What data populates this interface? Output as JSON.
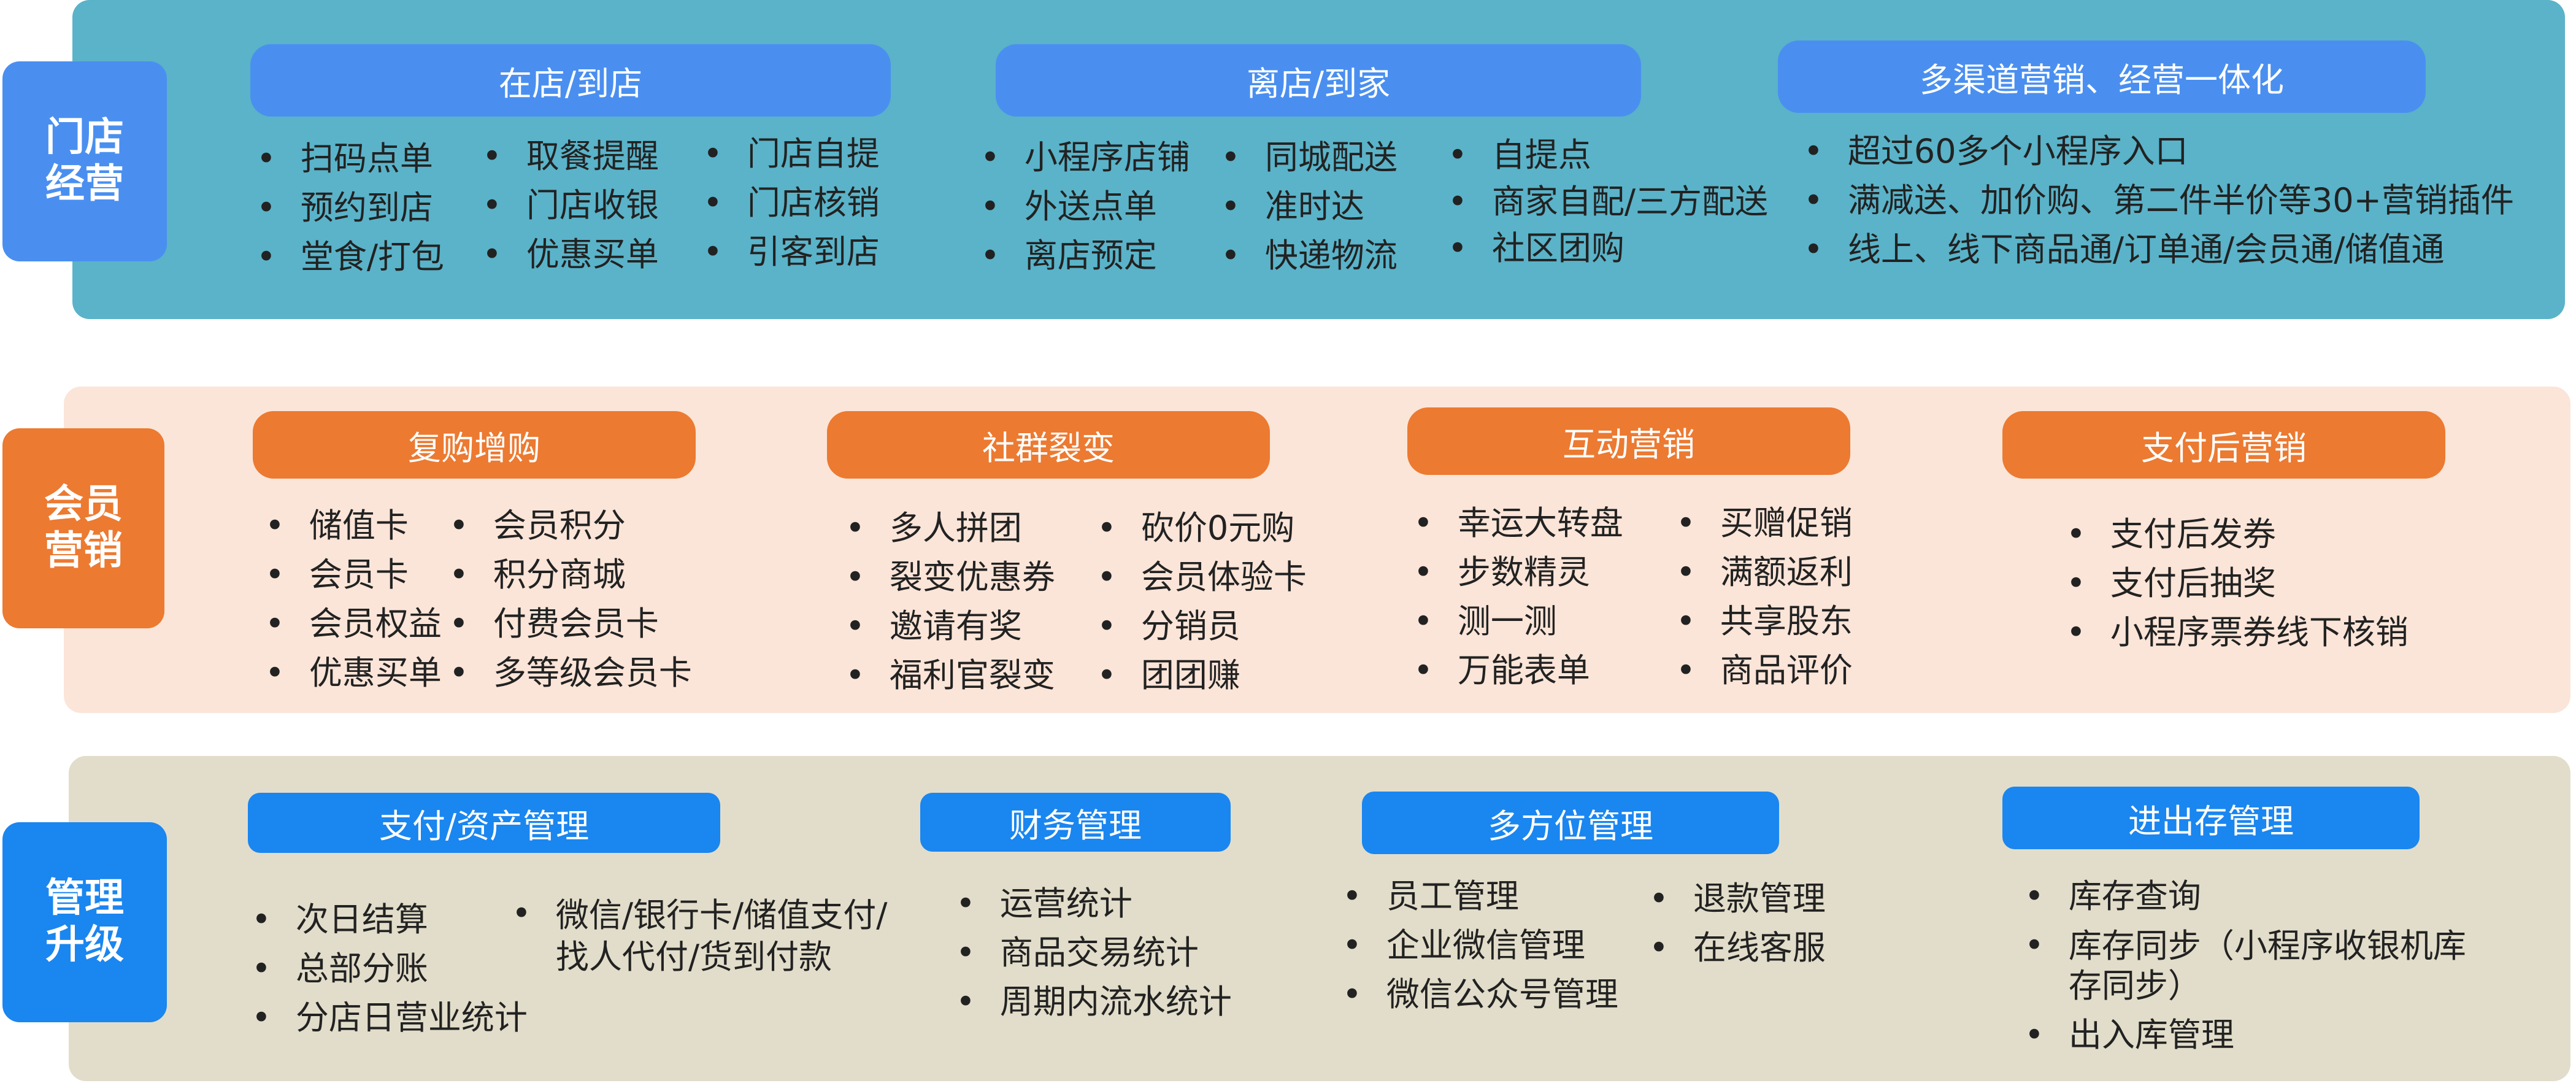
{
  "rows": [
    {
      "label_line1": "门店",
      "label_line2": "经营",
      "band_color": "#5ab3c9",
      "tag_color": "#4a8ff0",
      "pill_color": "#4a8ff0",
      "sections": [
        {
          "title": "在店/到店",
          "columns": [
            [
              "扫码点单",
              "预约到店",
              "堂食/打包"
            ],
            [
              "取餐提醒",
              "门店收银",
              "优惠买单"
            ],
            [
              "门店自提",
              "门店核销",
              "引客到店"
            ]
          ]
        },
        {
          "title": "离店/到家",
          "columns": [
            [
              "小程序店铺",
              "外送点单",
              "离店预定"
            ],
            [
              "同城配送",
              "准时达",
              "快递物流"
            ],
            [
              "自提点",
              "商家自配/三方配送",
              "社区团购"
            ]
          ]
        },
        {
          "title": "多渠道营销、经营一体化",
          "columns": [
            [
              "超过60多个小程序入口",
              "满减送、加价购、第二件半价等30+营销插件",
              "线上、线下商品通/订单通/会员通/储值通"
            ]
          ]
        }
      ]
    },
    {
      "label_line1": "会员",
      "label_line2": "营销",
      "band_color": "#fbe5d8",
      "tag_color": "#ec7a31",
      "pill_color": "#ec7a31",
      "sections": [
        {
          "title": "复购增购",
          "columns": [
            [
              "储值卡",
              "会员卡",
              "会员权益",
              "优惠买单"
            ],
            [
              "会员积分",
              "积分商城",
              "付费会员卡",
              "多等级会员卡"
            ]
          ]
        },
        {
          "title": "社群裂变",
          "columns": [
            [
              "多人拼团",
              "裂变优惠券",
              "邀请有奖",
              "福利官裂变"
            ],
            [
              "砍价0元购",
              "会员体验卡",
              "分销员",
              "团团赚"
            ]
          ]
        },
        {
          "title": "互动营销",
          "columns": [
            [
              "幸运大转盘",
              "步数精灵",
              "测一测",
              "万能表单"
            ],
            [
              "买赠促销",
              "满额返利",
              "共享股东",
              "商品评价"
            ]
          ]
        },
        {
          "title": "支付后营销",
          "columns": [
            [
              "支付后发券",
              "支付后抽奖",
              "小程序票券线下核销"
            ]
          ]
        }
      ]
    },
    {
      "label_line1": "管理",
      "label_line2": "升级",
      "band_color": "#e2ddca",
      "tag_color": "#1a86f0",
      "pill_color": "#1a86f0",
      "sections": [
        {
          "title": "支付/资产管理",
          "columns": [
            [
              "次日结算",
              "总部分账",
              "分店日营业统计"
            ],
            [
              "微信/银行卡/储值支付/找人代付/货到付款"
            ]
          ]
        },
        {
          "title": "财务管理",
          "columns": [
            [
              "运营统计",
              "商品交易统计",
              "周期内流水统计"
            ]
          ]
        },
        {
          "title": "多方位管理",
          "columns": [
            [
              "员工管理",
              "企业微信管理",
              "微信公众号管理"
            ],
            [
              "退款管理",
              "在线客服"
            ]
          ]
        },
        {
          "title": "进出存管理",
          "columns": [
            [
              "库存查询",
              "库存同步（小程序收银机库存同步）",
              "出入库管理"
            ]
          ]
        }
      ]
    }
  ]
}
